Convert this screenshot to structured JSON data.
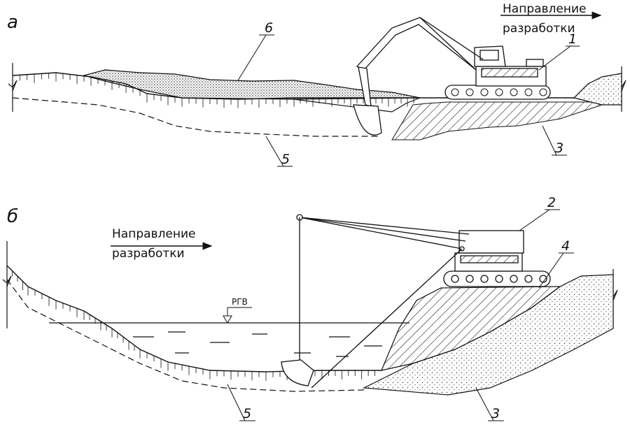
{
  "panels": {
    "a": {
      "label": "а",
      "direction_line1": "Направление",
      "direction_line2": "разработки",
      "callouts": [
        "6",
        "1",
        "5",
        "3"
      ]
    },
    "b": {
      "label": "б",
      "direction_line1": "Направление",
      "direction_line2": "разработки",
      "water_level": "РГВ",
      "callouts": [
        "2",
        "4",
        "5",
        "3"
      ]
    }
  },
  "colors": {
    "ink": "#111111",
    "water": "#ffffff",
    "fill": "#f4f4f4"
  }
}
